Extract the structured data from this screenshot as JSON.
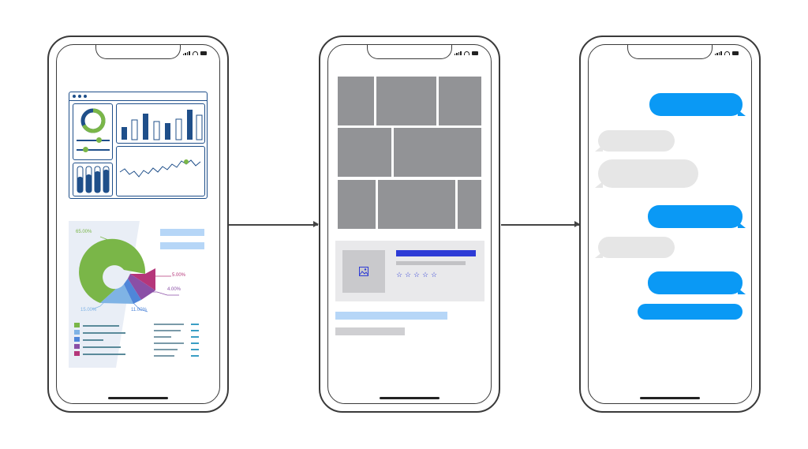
{
  "dashboard": {
    "colors": {
      "navy": "#1f4f8a",
      "green": "#7ab648",
      "blue": "#4f9ee0"
    },
    "pie_labels": {
      "green": "65.00%",
      "magenta": "5.00%",
      "purple": "4.00%",
      "light_blue": "15.00%",
      "blue": "11.00%"
    }
  },
  "chart_data": {
    "type": "pie",
    "labels": [
      "65.00%",
      "5.00%",
      "4.00%",
      "15.00%",
      "11.00%"
    ],
    "values": [
      65,
      5,
      4,
      15,
      11
    ],
    "colors": [
      "#7ab648",
      "#b5367a",
      "#8a4fa6",
      "#7fb3e5",
      "#4f86d9"
    ]
  },
  "product": {
    "colors": {
      "tile": "#929396",
      "title_bar": "#2d3bd6",
      "link": "#b6d6f7"
    },
    "rating": {
      "stars": 5,
      "icon": "star-outline-icon"
    }
  },
  "chat": {
    "colors": {
      "sent": "#0a99f5",
      "received": "#e6e6e6"
    }
  },
  "icons": [
    "image-icon",
    "arrow-right-icon",
    "signal-icon",
    "wifi-icon",
    "battery-icon"
  ]
}
